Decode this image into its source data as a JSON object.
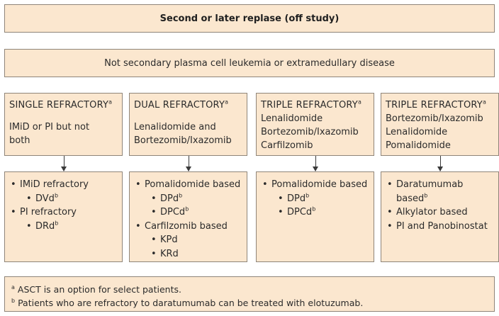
{
  "top": {
    "label": "Second or later replase (off study)"
  },
  "second": {
    "label": "Not secondary plasma cell leukemia or extramedullary disease"
  },
  "columns": [
    {
      "title": "SINGLE REFRACTORY",
      "title_sup": "a",
      "desc": [
        "IMiD or PI but not",
        "both"
      ],
      "desc_spaced": true,
      "items": [
        {
          "label": "IMiD refractory",
          "sup": "",
          "subs": [
            {
              "label": "DVd",
              "sup": "b"
            }
          ]
        },
        {
          "label": "PI refractory",
          "sup": "",
          "subs": [
            {
              "label": "DRd",
              "sup": "b"
            }
          ]
        }
      ]
    },
    {
      "title": "DUAL REFRACTORY",
      "title_sup": "a",
      "desc": [
        "Lenalidomide and",
        "Bortezomib/Ixazomib"
      ],
      "desc_spaced": true,
      "items": [
        {
          "label": "Pomalidomide based",
          "sup": "",
          "subs": [
            {
              "label": "DPd",
              "sup": "b"
            },
            {
              "label": "DPCd",
              "sup": "b"
            }
          ]
        },
        {
          "label": "Carfilzomib based",
          "sup": "",
          "subs": [
            {
              "label": "KPd",
              "sup": ""
            },
            {
              "label": "KRd",
              "sup": ""
            }
          ]
        }
      ]
    },
    {
      "title": "TRIPLE REFRACTORY",
      "title_sup": "a",
      "desc": [
        "Lenalidomide",
        "Bortezomib/Ixazomib",
        "Carfilzomib"
      ],
      "desc_spaced": false,
      "items": [
        {
          "label": "Pomalidomide based",
          "sup": "",
          "subs": [
            {
              "label": "DPd",
              "sup": "b"
            },
            {
              "label": "DPCd",
              "sup": "b"
            }
          ]
        }
      ]
    },
    {
      "title": "TRIPLE REFRACTORY",
      "title_sup": "a",
      "desc": [
        "Bortezomib/Ixazomib",
        "Lenalidomide",
        "Pomalidomide"
      ],
      "desc_spaced": false,
      "items": [
        {
          "label": "Daratumumab based",
          "sup": "b",
          "subs": []
        },
        {
          "label": "Alkylator based",
          "sup": "",
          "subs": []
        },
        {
          "label": "PI and Panobinostat",
          "sup": "",
          "subs": []
        }
      ]
    }
  ],
  "bullet_char": "•",
  "footnotes": [
    {
      "mark": "a",
      "text": "ASCT is an option for select patients."
    },
    {
      "mark": "b",
      "text": "Patients who are refractory to daratumumab can be treated with elotuzumab."
    }
  ]
}
